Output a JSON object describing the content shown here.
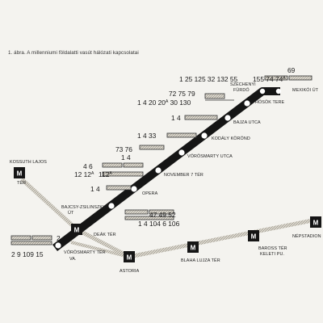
{
  "caption": "1. ábra. A millenniumi földalatti vasút hálózati kapcsolatai",
  "metro_letter": "M",
  "colors": {
    "line": "#151515",
    "station": "#ffffff",
    "background": "#f4f3ef"
  },
  "stations": {
    "mexikoi": "MEXIKÓI ÚT",
    "hosok": "HŐSÖK TERE",
    "szechenyi_1": "SZÉCHENYI",
    "szechenyi_2": "FÜRDŐ",
    "bajza": "BAJZA UTCA",
    "kodaly": "KODÁLY KÖRÖND",
    "vorosmarty_utca": "VÖRÖSMARTY UTCA",
    "november": "NOVEMBER 7 TÉR",
    "opera": "OPERA",
    "bajcsy_1": "BAJCSY-ZSILINSZKY",
    "bajcsy_2": "ÚT",
    "deak": "DEÁK TÉR",
    "vorosmarty_ter_1": "VÖRÖSMARTY TÉR",
    "vorosmarty_ter_2": "VA.",
    "kossuth_1": "KOSSUTH LAJOS",
    "kossuth_2": "TÉR",
    "astoria": "ASTORIA",
    "blaha": "BLAHA LUJZA TÉR",
    "baross_1": "BAROSS TÉR",
    "baross_2": "KELETI PU.",
    "nepstadion": "NÉPSTADION"
  },
  "connections": {
    "mexikoi_top": "69",
    "mexikoi_mid": "155 74 74",
    "mexikoi_sup": "A",
    "szechenyi_top": "1 25 125 32 132 55",
    "hosok_top": "72 75 79",
    "hosok_main": "1 4 20 20",
    "hosok_sup": "A",
    "hosok_end": " 30 130",
    "bajza": "1 4",
    "kodaly": "1 4 33",
    "vorosmarty_top": "73 76",
    "vorosmarty_bot": "1 4",
    "november_top": "4 6",
    "november_a": "12 12",
    "november_a_sup": "A",
    "november_b": "112",
    "november_b_sup": "A",
    "opera": "1 4",
    "bajcsy_top": "47 49 52",
    "bajcsy_bot": "1 4 104 6 106",
    "deak_num": "2",
    "deak_bottom": "2 9 109 15"
  }
}
